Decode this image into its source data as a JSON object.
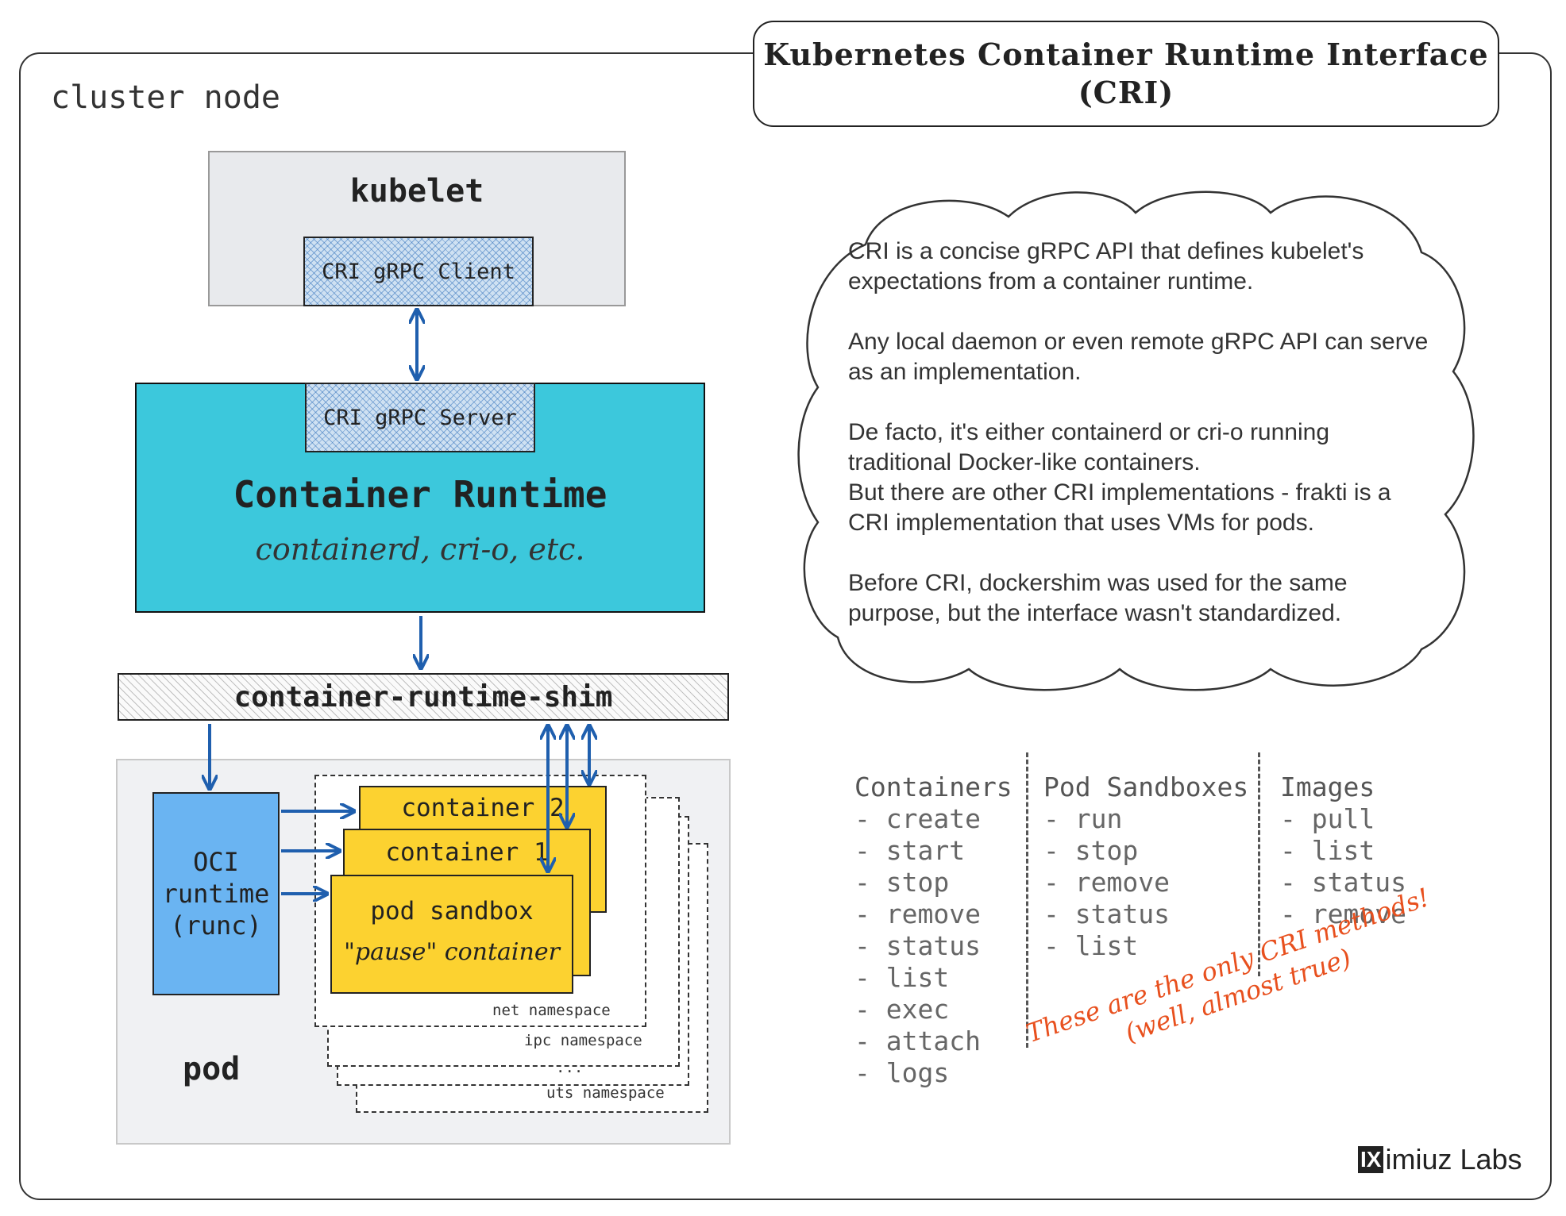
{
  "title": {
    "line1": "Kubernetes Container Runtime Interface",
    "line2": "(CRI)"
  },
  "cluster_label": "cluster node",
  "kubelet": {
    "label": "kubelet",
    "client_label": "CRI gRPC Client"
  },
  "container_runtime": {
    "server_label": "CRI gRPC Server",
    "label": "Container Runtime",
    "examples": "containerd, cri-o, etc."
  },
  "shim_label": "container-runtime-shim",
  "pod": {
    "label": "pod",
    "oci_runtime": [
      "OCI",
      "runtime",
      "(runc)"
    ],
    "containers": {
      "container2": "container 2",
      "container1": "container 1",
      "sandbox": "pod sandbox",
      "pause": "\"pause\" container"
    },
    "namespaces": [
      "net namespace",
      "ipc namespace",
      "...",
      "uts namespace"
    ]
  },
  "description": [
    "CRI is a concise gRPC API that defines kubelet's expectations from a container runtime.",
    "Any local daemon or even remote gRPC API can serve as an implementation.",
    "De facto, it's either containerd or cri-o running traditional Docker-like containers.",
    "But there are other CRI implementations - frakti is a CRI implementation that uses VMs for pods.",
    "Before CRI, dockershim was used for the same purpose, but the interface wasn't standardized."
  ],
  "methods": {
    "containers": {
      "heading": "Containers",
      "items": [
        "- create",
        "- start",
        "- stop",
        "- remove",
        "- status",
        "- list",
        "- exec",
        "- attach",
        "- logs"
      ]
    },
    "pod_sandboxes": {
      "heading": "Pod Sandboxes",
      "items": [
        "- run",
        "- stop",
        "- remove",
        "- status",
        "- list"
      ]
    },
    "images": {
      "heading": "Images",
      "items": [
        "- pull",
        "- list",
        "- status",
        "- remove"
      ]
    }
  },
  "note": {
    "line1": "These are the only CRI methods!",
    "line2": "(well, almost true)"
  },
  "brand": {
    "mark": "IX",
    "name": "imiuz Labs"
  },
  "colors": {
    "arrow": "#1f5fae",
    "runtime": "#3cc8dc",
    "container": "#fcd230",
    "oci": "#6ab4f2",
    "note": "#e8501e"
  }
}
